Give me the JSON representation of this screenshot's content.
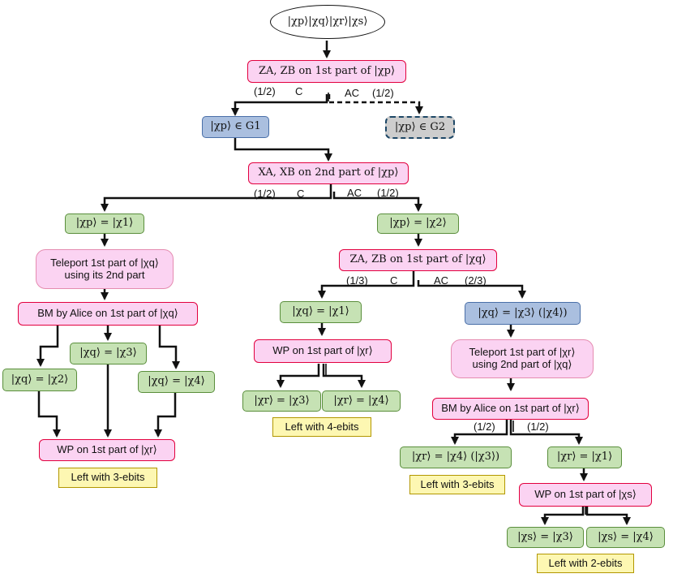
{
  "nodes": {
    "start": "|χp⟩|χq⟩|χr⟩|χs⟩",
    "zazb_p": "ZA, ZB on 1st part of |χp⟩",
    "p_in_g1": "|χp⟩ ∈ G1",
    "p_in_g2": "|χp⟩ ∈ G2",
    "xaxb_p": "XA, XB on 2nd part of |χp⟩",
    "p_eq_1": "|χp⟩ = |χ1⟩",
    "teleport_q_l1": "Teleport 1st part of |χq⟩",
    "teleport_q_l2": "using its 2nd part",
    "bm_q": "BM by Alice on 1st part of |χq⟩",
    "q_eq_2": "|χq⟩ = |χ2⟩",
    "q_eq_3": "|χq⟩ = |χ3⟩",
    "q_eq_4": "|χq⟩ = |χ4⟩",
    "wp_r_left": "WP on 1st part of |χr⟩",
    "left3_a": "Left with 3-ebits",
    "p_eq_2": "|χp⟩ = |χ2⟩",
    "zazb_q": "ZA, ZB on 1st part of |χq⟩",
    "q_eq_1": "|χq⟩ = |χ1⟩",
    "wp_r_mid": "WP on 1st part of |χr⟩",
    "r_eq_3": "|χr⟩ = |χ3⟩",
    "r_eq_4": "|χr⟩ = |χ4⟩",
    "left4": "Left with 4-ebits",
    "q_eq_3or4": "|χq⟩ = |χ3⟩ (|χ4⟩)",
    "teleport_r_l1": "Teleport 1st part of |χr⟩",
    "teleport_r_l2": "using 2nd part of |χq⟩",
    "bm_r": "BM by Alice on 1st part of |χr⟩",
    "r_eq_4or3": "|χr⟩ = |χ4⟩ (|χ3⟩)",
    "r_eq_1": "|χr⟩ = |χ1⟩",
    "left3_b": "Left with 3-ebits",
    "wp_s": "WP on 1st part of |χs⟩",
    "s_eq_3": "|χs⟩ = |χ3⟩",
    "s_eq_4": "|χs⟩ = |χ4⟩",
    "left2": "Left with 2-ebits"
  },
  "edge_labels": {
    "b1_left_prob": "(1/2)",
    "b1_left_type": "C",
    "b1_right_type": "AC",
    "b1_right_prob": "(1/2)",
    "b2_left_prob": "(1/2)",
    "b2_left_type": "C",
    "b2_right_type": "AC",
    "b2_right_prob": "(1/2)",
    "b3_left_prob": "(1/3)",
    "b3_left_type": "C",
    "b3_right_type": "AC",
    "b3_right_prob": "(2/3)",
    "b4_left_prob": "(1/2)",
    "b4_right_prob": "(1/2)"
  },
  "colors": {
    "operation_fill": "#fbd3f2",
    "operation_border": "#e2003e",
    "state_fill": "#c6e2b4",
    "group_fill": "#aabfdf",
    "result_fill": "#fdf7b2",
    "dashed_fill": "#cdcdcd"
  }
}
